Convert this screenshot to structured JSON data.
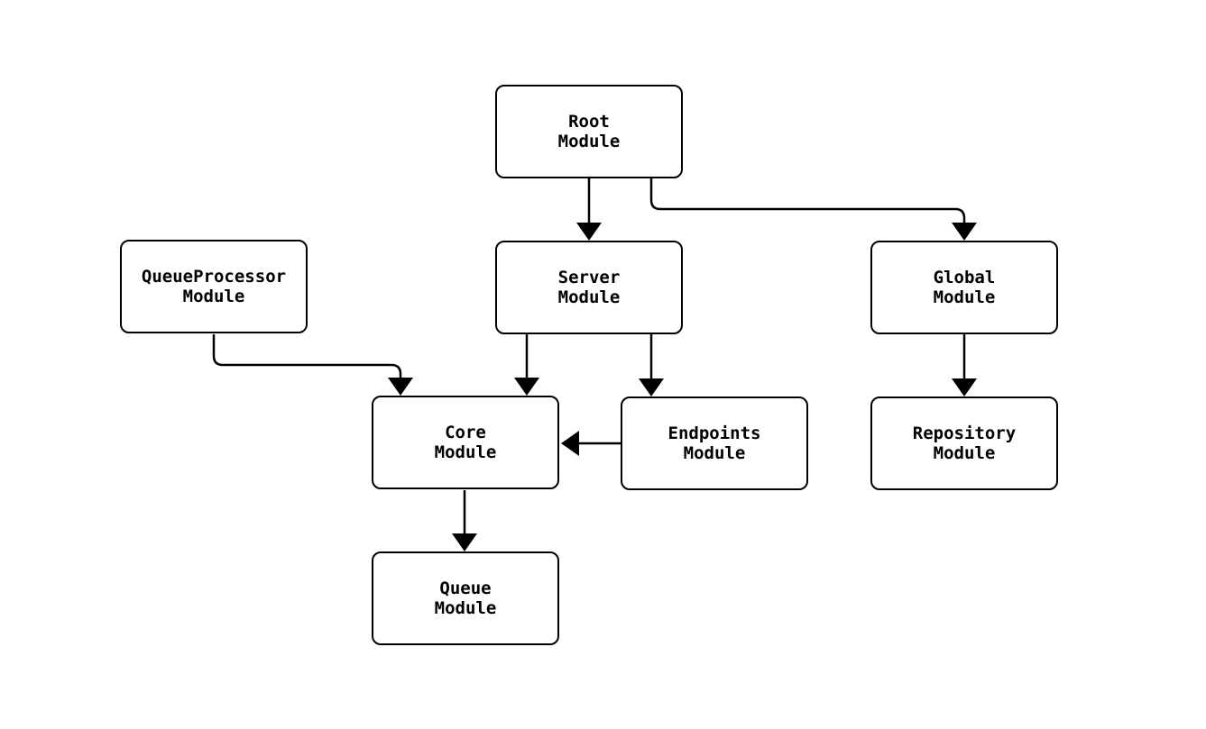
{
  "diagram": {
    "type": "flowchart",
    "background_color": "#ffffff",
    "node_fill_color": "#ffffff",
    "node_border_color": "#000000",
    "line_color": "#000000",
    "text_color": "#000000",
    "nodes": {
      "root": {
        "label": "Root\nModule"
      },
      "queueprocessor": {
        "label": "QueueProcessor\nModule"
      },
      "server": {
        "label": "Server\nModule"
      },
      "global": {
        "label": "Global\nModule"
      },
      "core": {
        "label": "Core\nModule"
      },
      "endpoints": {
        "label": "Endpoints\nModule"
      },
      "repository": {
        "label": "Repository\nModule"
      },
      "queue": {
        "label": "Queue\nModule"
      }
    },
    "edges": [
      {
        "from": "Root Module",
        "to": "Server Module"
      },
      {
        "from": "Root Module",
        "to": "Global Module"
      },
      {
        "from": "QueueProcessor Module",
        "to": "Core Module"
      },
      {
        "from": "Server Module",
        "to": "Core Module"
      },
      {
        "from": "Server Module",
        "to": "Endpoints Module"
      },
      {
        "from": "Endpoints Module",
        "to": "Core Module"
      },
      {
        "from": "Global Module",
        "to": "Repository Module"
      },
      {
        "from": "Core Module",
        "to": "Queue Module"
      }
    ]
  }
}
